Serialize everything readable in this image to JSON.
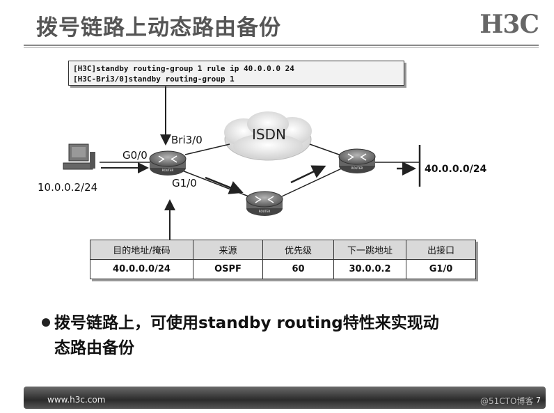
{
  "header": {
    "title": "拨号链路上动态路由备份",
    "logo": "H3C"
  },
  "config": {
    "lines": [
      "[H3C]standby routing-group 1 rule ip 40.0.0.0 24",
      "[H3C-Bri3/0]standby routing-group 1"
    ]
  },
  "diagram": {
    "cloud_label": "ISDN",
    "interfaces": {
      "bri": "Bri3/0",
      "g00": "G0/0",
      "g10": "G1/0"
    },
    "host_address": "10.0.0.2/24",
    "dest_network": "40.0.0.0/24",
    "router_caption": "ROUTER"
  },
  "route_table": {
    "headers": [
      "目的地址/掩码",
      "来源",
      "优先级",
      "下一跳地址",
      "出接口"
    ],
    "rows": [
      [
        "40.0.0.0/24",
        "OSPF",
        "60",
        "30.0.0.2",
        "G1/0"
      ]
    ]
  },
  "bullet": {
    "line1": "拨号链路上，可使用standby routing特性来实现动",
    "line2": "态路由备份"
  },
  "footer": {
    "url": "www.h3c.com",
    "watermark": "@51CTO博客",
    "page": "7"
  }
}
